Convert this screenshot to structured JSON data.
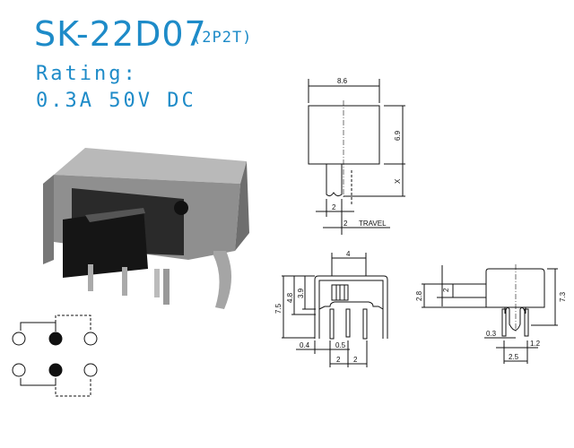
{
  "header": {
    "model": "SK-22D07",
    "variant": "(2P2T)",
    "rating_label": "Rating:",
    "rating_value": "0.3A  50V  DC"
  },
  "top_view": {
    "width": "8.6",
    "height": "6.9",
    "shaft_length": "X",
    "shaft_width": "2",
    "travel": "2",
    "travel_label": "TRAVEL"
  },
  "front_view": {
    "width": "4",
    "total_height": "7.5",
    "height_a": "4.8",
    "height_b": "3.9",
    "pin_a": "0.4",
    "pin_b": "0.5",
    "pitch_1": "2",
    "pitch_2": "2"
  },
  "side_view": {
    "shaft": "2",
    "shaft_height": "2.8",
    "total_height": "7.3",
    "pin_thickness": "0.3",
    "pin_offset": "1.2",
    "pin_spacing": "2.5"
  },
  "colors": {
    "accent": "#1e8bc8"
  }
}
